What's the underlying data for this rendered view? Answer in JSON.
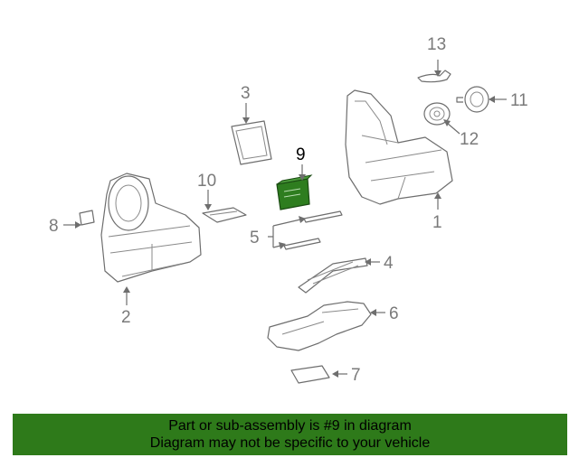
{
  "diagram": {
    "callouts": [
      "1",
      "2",
      "3",
      "4",
      "5",
      "6",
      "7",
      "8",
      "9",
      "10",
      "11",
      "12",
      "13"
    ],
    "highlight_color": "#2e7d1f",
    "banner_color": "#2e7a1a"
  },
  "banner": {
    "line1": "Part or sub-assembly is #9 in diagram",
    "line2": "Diagram may not be specific to your vehicle"
  }
}
